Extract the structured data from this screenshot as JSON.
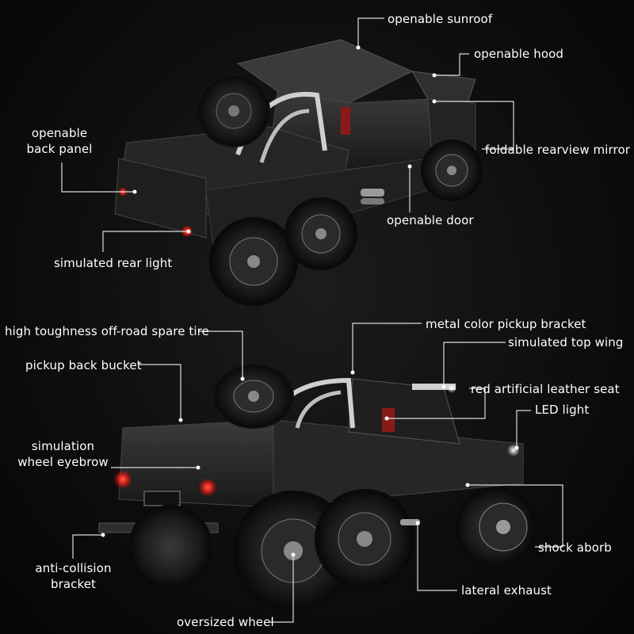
{
  "colors": {
    "background": "#0d0d0d",
    "vehicle_body": "#2a2a2a",
    "rear_light": "#ff3b2f",
    "led": "#ffffff",
    "leader_line": "#dcdcdc"
  },
  "top_view": {
    "callouts": [
      {
        "id": "sunroof",
        "text": "openable sunroof"
      },
      {
        "id": "hood",
        "text": "openable hood"
      },
      {
        "id": "back_panel",
        "line1": "openable",
        "line2": "back panel"
      },
      {
        "id": "mirror",
        "text": "foldable rearview mirror"
      },
      {
        "id": "door",
        "text": "openable door"
      },
      {
        "id": "rear_light",
        "text": "simulated rear light"
      }
    ]
  },
  "bottom_view": {
    "callouts": [
      {
        "id": "spare_tire",
        "text": "high toughness off-road spare tire"
      },
      {
        "id": "pickup_bracket",
        "text": "metal color pickup bracket"
      },
      {
        "id": "top_wing",
        "text": "simulated top wing"
      },
      {
        "id": "back_bucket",
        "text": "pickup back bucket"
      },
      {
        "id": "leather_seat",
        "text": "red artificial leather seat"
      },
      {
        "id": "led",
        "text": "LED light"
      },
      {
        "id": "eyebrow",
        "line1": "simulation",
        "line2": "wheel eyebrow"
      },
      {
        "id": "shock",
        "text": "shock aborb"
      },
      {
        "id": "anti_collision",
        "line1": "anti-collision",
        "line2": "bracket"
      },
      {
        "id": "exhaust",
        "text": "lateral exhaust"
      },
      {
        "id": "wheel",
        "text": "oversized wheel"
      }
    ]
  }
}
